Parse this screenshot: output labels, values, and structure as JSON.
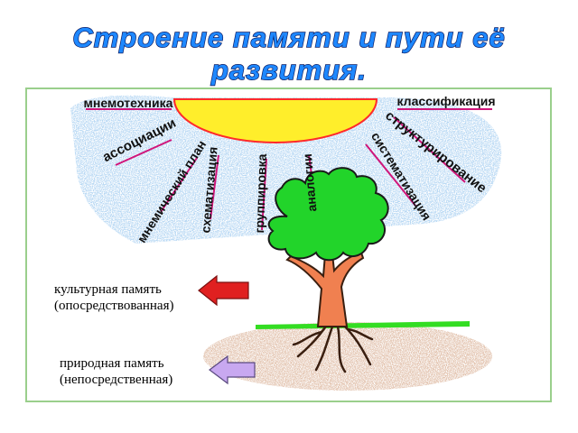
{
  "title": "Строение памяти и пути её развития.",
  "rays": [
    "мнемотехника",
    "ассоциации",
    "мнемический план",
    "схематизация",
    "группировка",
    "аналогии",
    "систематизация",
    "структурирование",
    "классификация"
  ],
  "memory": {
    "cultural": {
      "line1": "культурная память",
      "line2": "(опосредствованная)",
      "arrow_color": "#e02020"
    },
    "natural": {
      "line1": "природная память",
      "line2": "(непосредственная)",
      "arrow_color": "#c8a8f0"
    }
  },
  "colors": {
    "sun": "#ffee2b",
    "sun_outline": "#ff2a2a",
    "ray_line": "#d0157a",
    "cloud": "#7fb3e6",
    "foliage": "#22d42a",
    "trunk": "#f08050",
    "ground": "#c28a6b",
    "grass": "#33dd22",
    "frame": "#9acf8c"
  }
}
